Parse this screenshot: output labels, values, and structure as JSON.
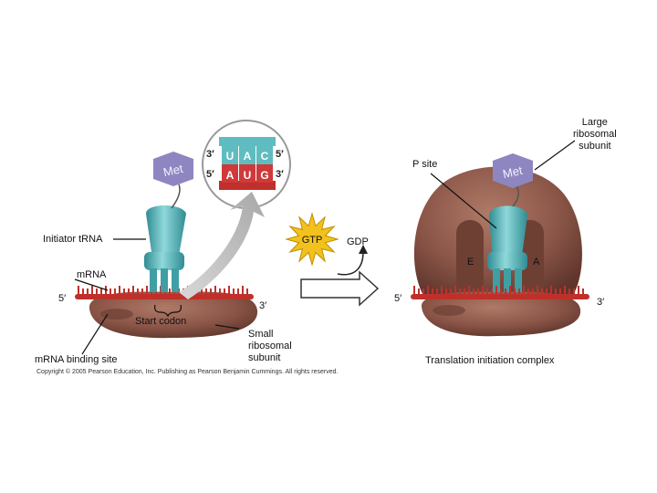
{
  "labels": {
    "met_left": "Met",
    "met_right": "Met",
    "initiator_trna": "Initiator tRNA",
    "mrna": "mRNA",
    "five_prime_left": "5′",
    "three_prime_left": "3′",
    "start_codon": "Start codon",
    "mrna_binding_site": "mRNA binding site",
    "small_subunit": [
      "Small",
      "ribosomal",
      "subunit"
    ],
    "gtp": "GTP",
    "gdp": "GDP",
    "p_site": "P site",
    "large_subunit": [
      "Large",
      "ribosomal",
      "subunit"
    ],
    "e_site": "E",
    "a_site": "A",
    "five_prime_right": "5′",
    "three_prime_right": "3′",
    "translation_complex": "Translation initiation complex",
    "copyright": "Copyright © 2005 Pearson Education, Inc. Publishing as Pearson Benjamin Cummings. All rights reserved."
  },
  "codon_inset": {
    "anticodon_bases": [
      "U",
      "A",
      "C"
    ],
    "codon_bases": [
      "A",
      "U",
      "G"
    ],
    "top_left_end": "3′",
    "top_right_end": "5′",
    "bottom_left_end": "5′",
    "bottom_right_end": "3′"
  },
  "colors": {
    "ribosome_brown": "#8a5547",
    "trna_teal": "#5fbcc0",
    "mrna_red": "#c0302a",
    "met_purple": "#8e86c0",
    "gtp_yellow": "#f2c11d",
    "codon_red": "#d0393a"
  }
}
